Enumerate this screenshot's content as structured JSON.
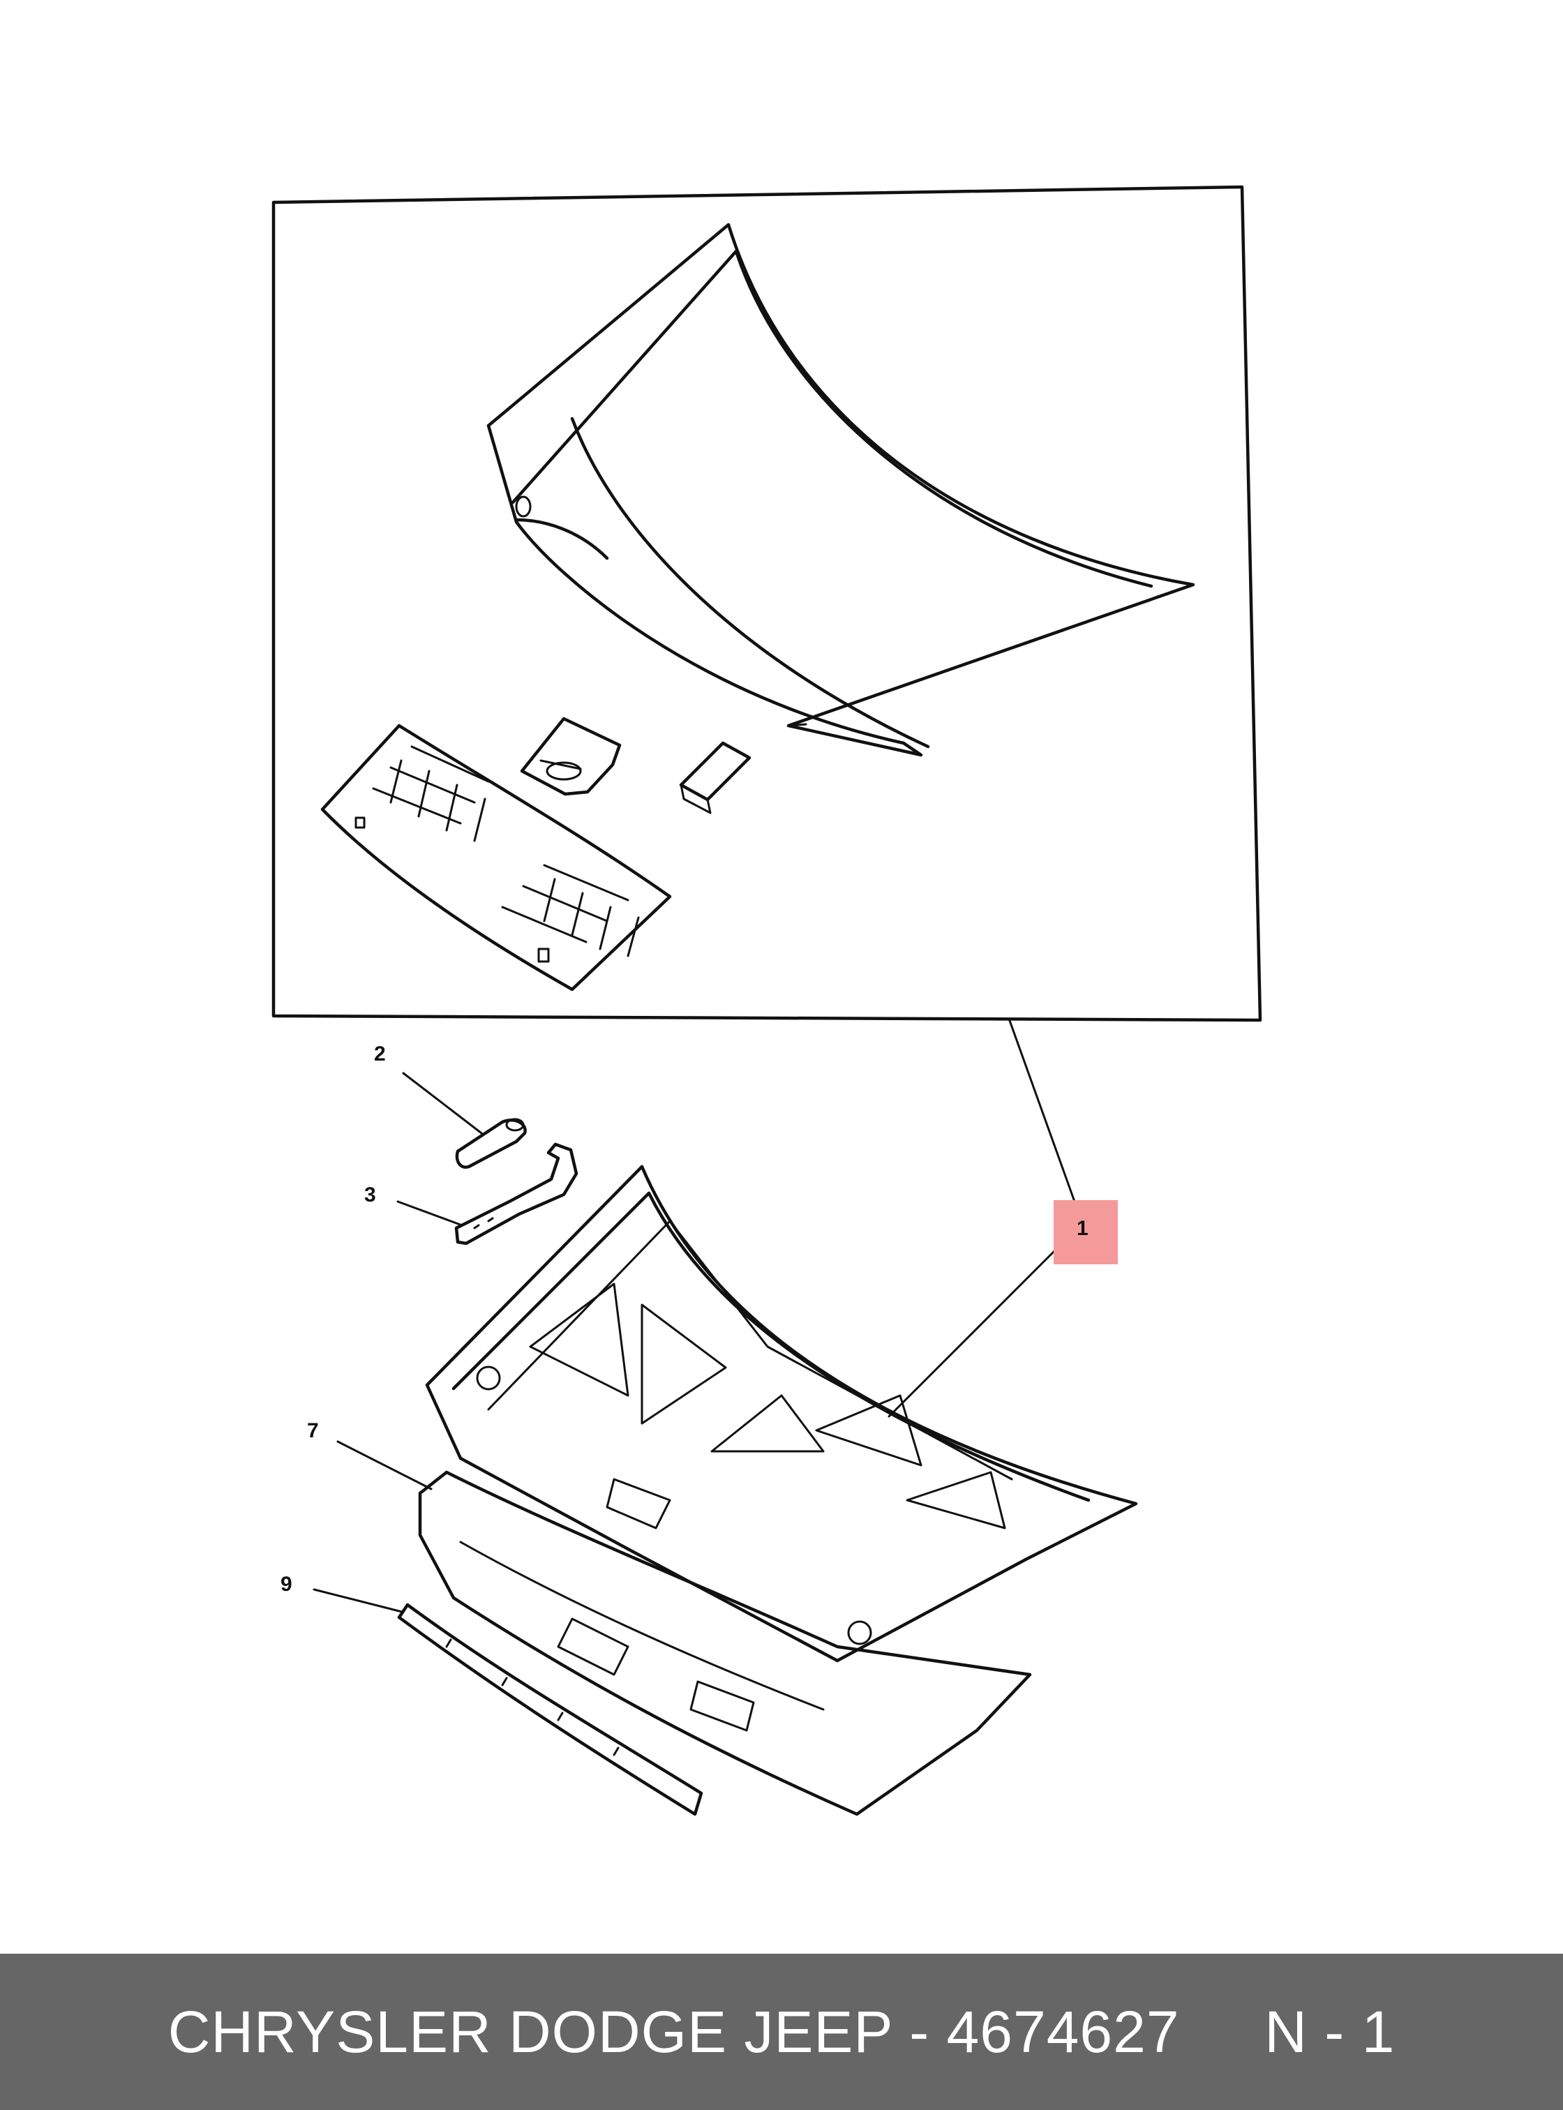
{
  "callouts": {
    "part_1": "1",
    "part_2": "2",
    "part_3": "3",
    "part_7": "7",
    "part_9": "9"
  },
  "highlight_color": "#f59a9a",
  "footer": {
    "text": "CHRYSLER DODGE JEEP - 4674627     N - 1",
    "background": "#666666"
  }
}
